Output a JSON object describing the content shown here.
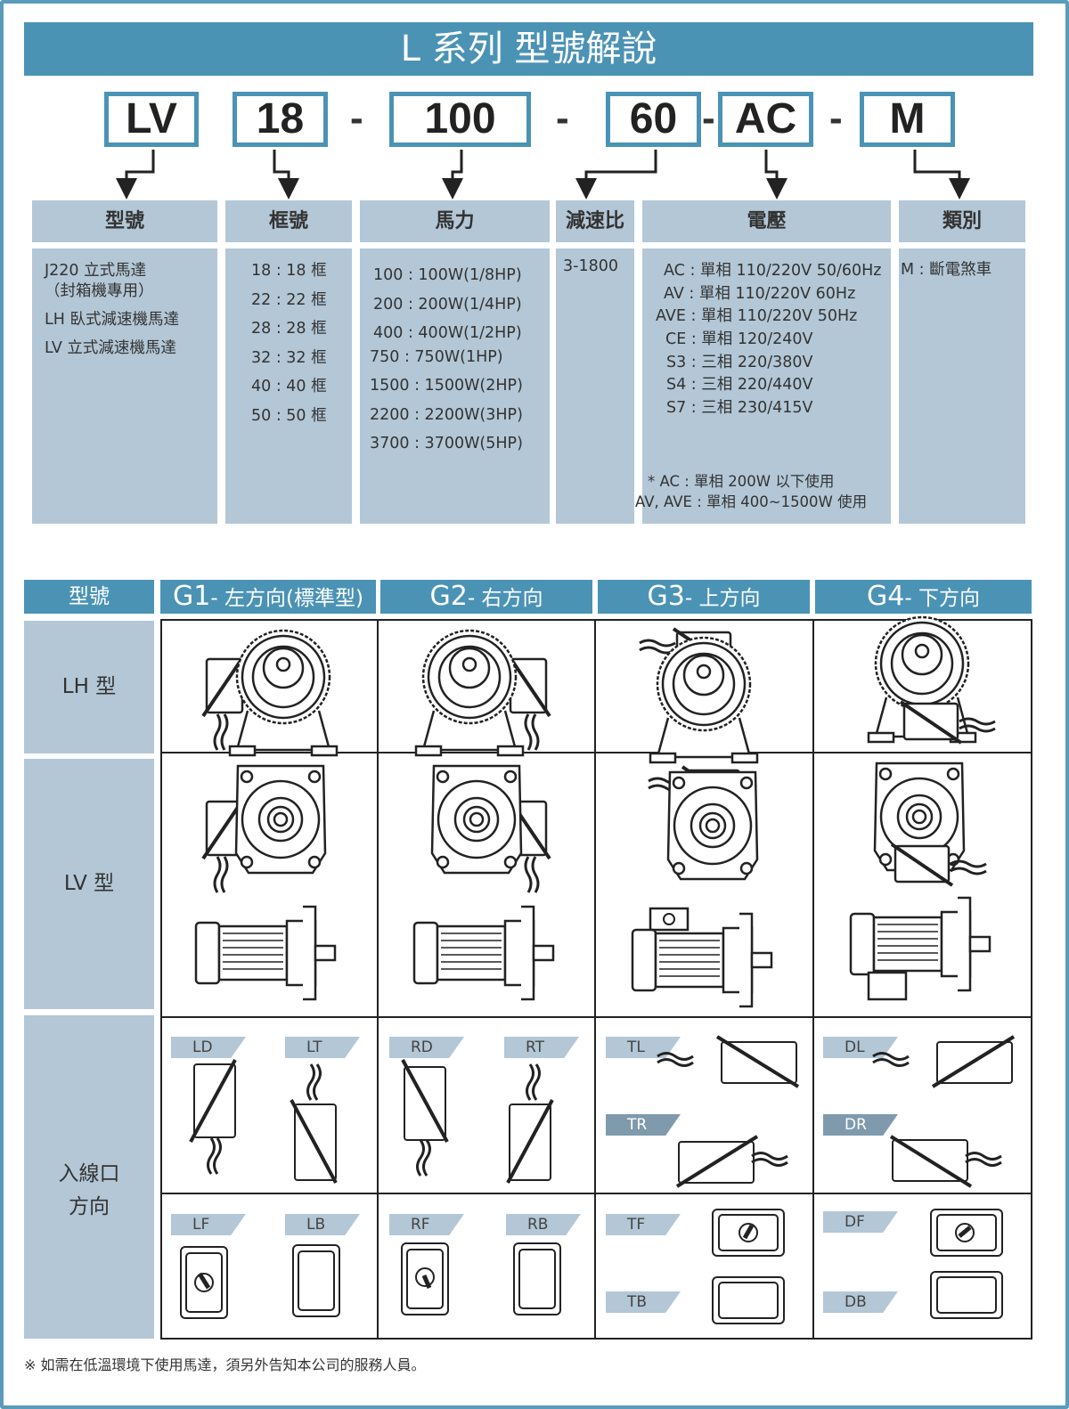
{
  "title": "L 系列 型號解說",
  "code": {
    "parts": [
      "LV",
      "18",
      "100",
      "60",
      "AC",
      "M"
    ],
    "separator": "-"
  },
  "columns": [
    {
      "header": "型號",
      "lines": [
        "J220 立式馬達",
        "（封箱機專用）",
        "LH 臥式減速機馬達",
        "LV 立式減速機馬達"
      ]
    },
    {
      "header": "框號",
      "lines": [
        "18 : 18 框",
        "22 : 22 框",
        "28 : 28 框",
        "32 : 32 框",
        "40 : 40 框",
        "50 : 50 框"
      ]
    },
    {
      "header": "馬力",
      "lines": [
        "100 : 100W(1/8HP)",
        "200 : 200W(1/4HP)",
        "400 : 400W(1/2HP)",
        "750 : 750W(1HP)",
        "1500 : 1500W(2HP)",
        "2200 : 2200W(3HP)",
        "3700 : 3700W(5HP)"
      ]
    },
    {
      "header": "減速比",
      "lines": [
        "3-1800"
      ]
    },
    {
      "header": "電壓",
      "lines": [
        "AC : 單相 110/220V 50/60Hz",
        "AV : 單相 110/220V 60Hz",
        "AVE : 單相 110/220V 50Hz",
        "CE : 單相 120/240V",
        "S3 : 三相 220/380V",
        "S4 : 三相 220/440V",
        "S7 : 三相 230/415V"
      ],
      "notes": [
        "* AC : 單相 200W 以下使用",
        "AV, AVE : 單相 400~1500W 使用"
      ]
    },
    {
      "header": "類別",
      "lines": [
        "M : 斷電煞車"
      ]
    }
  ],
  "orientation": {
    "header_label": "型號",
    "headers": [
      {
        "code": "G1",
        "text": "- 左方向(標準型)"
      },
      {
        "code": "G2",
        "text": "- 右方向"
      },
      {
        "code": "G3",
        "text": "- 上方向"
      },
      {
        "code": "G4",
        "text": "- 下方向"
      }
    ],
    "rows": [
      "LH 型",
      "LV 型",
      "入線口\n方向"
    ],
    "tags": {
      "LD": "LD",
      "LT": "LT",
      "RD": "RD",
      "RT": "RT",
      "TL": "TL",
      "TR": "TR",
      "DL": "DL",
      "DR": "DR",
      "LF": "LF",
      "LB": "LB",
      "RF": "RF",
      "RB": "RB",
      "TF": "TF",
      "TB": "TB",
      "DF": "DF",
      "DB": "DB"
    }
  },
  "footnote": "※ 如需在低溫環境下使用馬達，須另外告知本公司的服務人員。",
  "colors": {
    "primary": "#4b93b5",
    "panel": "#b3c7d6"
  }
}
